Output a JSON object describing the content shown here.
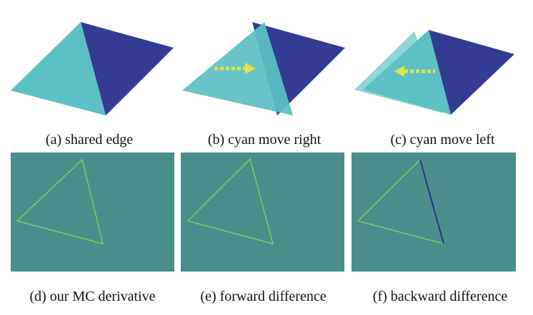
{
  "colors": {
    "cyan": "#5dc0c4",
    "cyan_light": "#8fd6d8",
    "navy": "#333b93",
    "arrow": "#dfe54a",
    "teal_bg": "#4a8e8c",
    "edge_green": "#84d05f",
    "edge_navy": "#2f2f8d"
  },
  "captions": {
    "a": "(a) shared edge",
    "b": "(b) cyan move right",
    "c": "(c) cyan move left",
    "d": "(d) our MC derivative",
    "e": "(e) forward difference",
    "f": "(f) backward difference"
  },
  "icons": {
    "arrow_right": "dotted-arrow-right-icon",
    "arrow_left": "dotted-arrow-left-icon"
  }
}
